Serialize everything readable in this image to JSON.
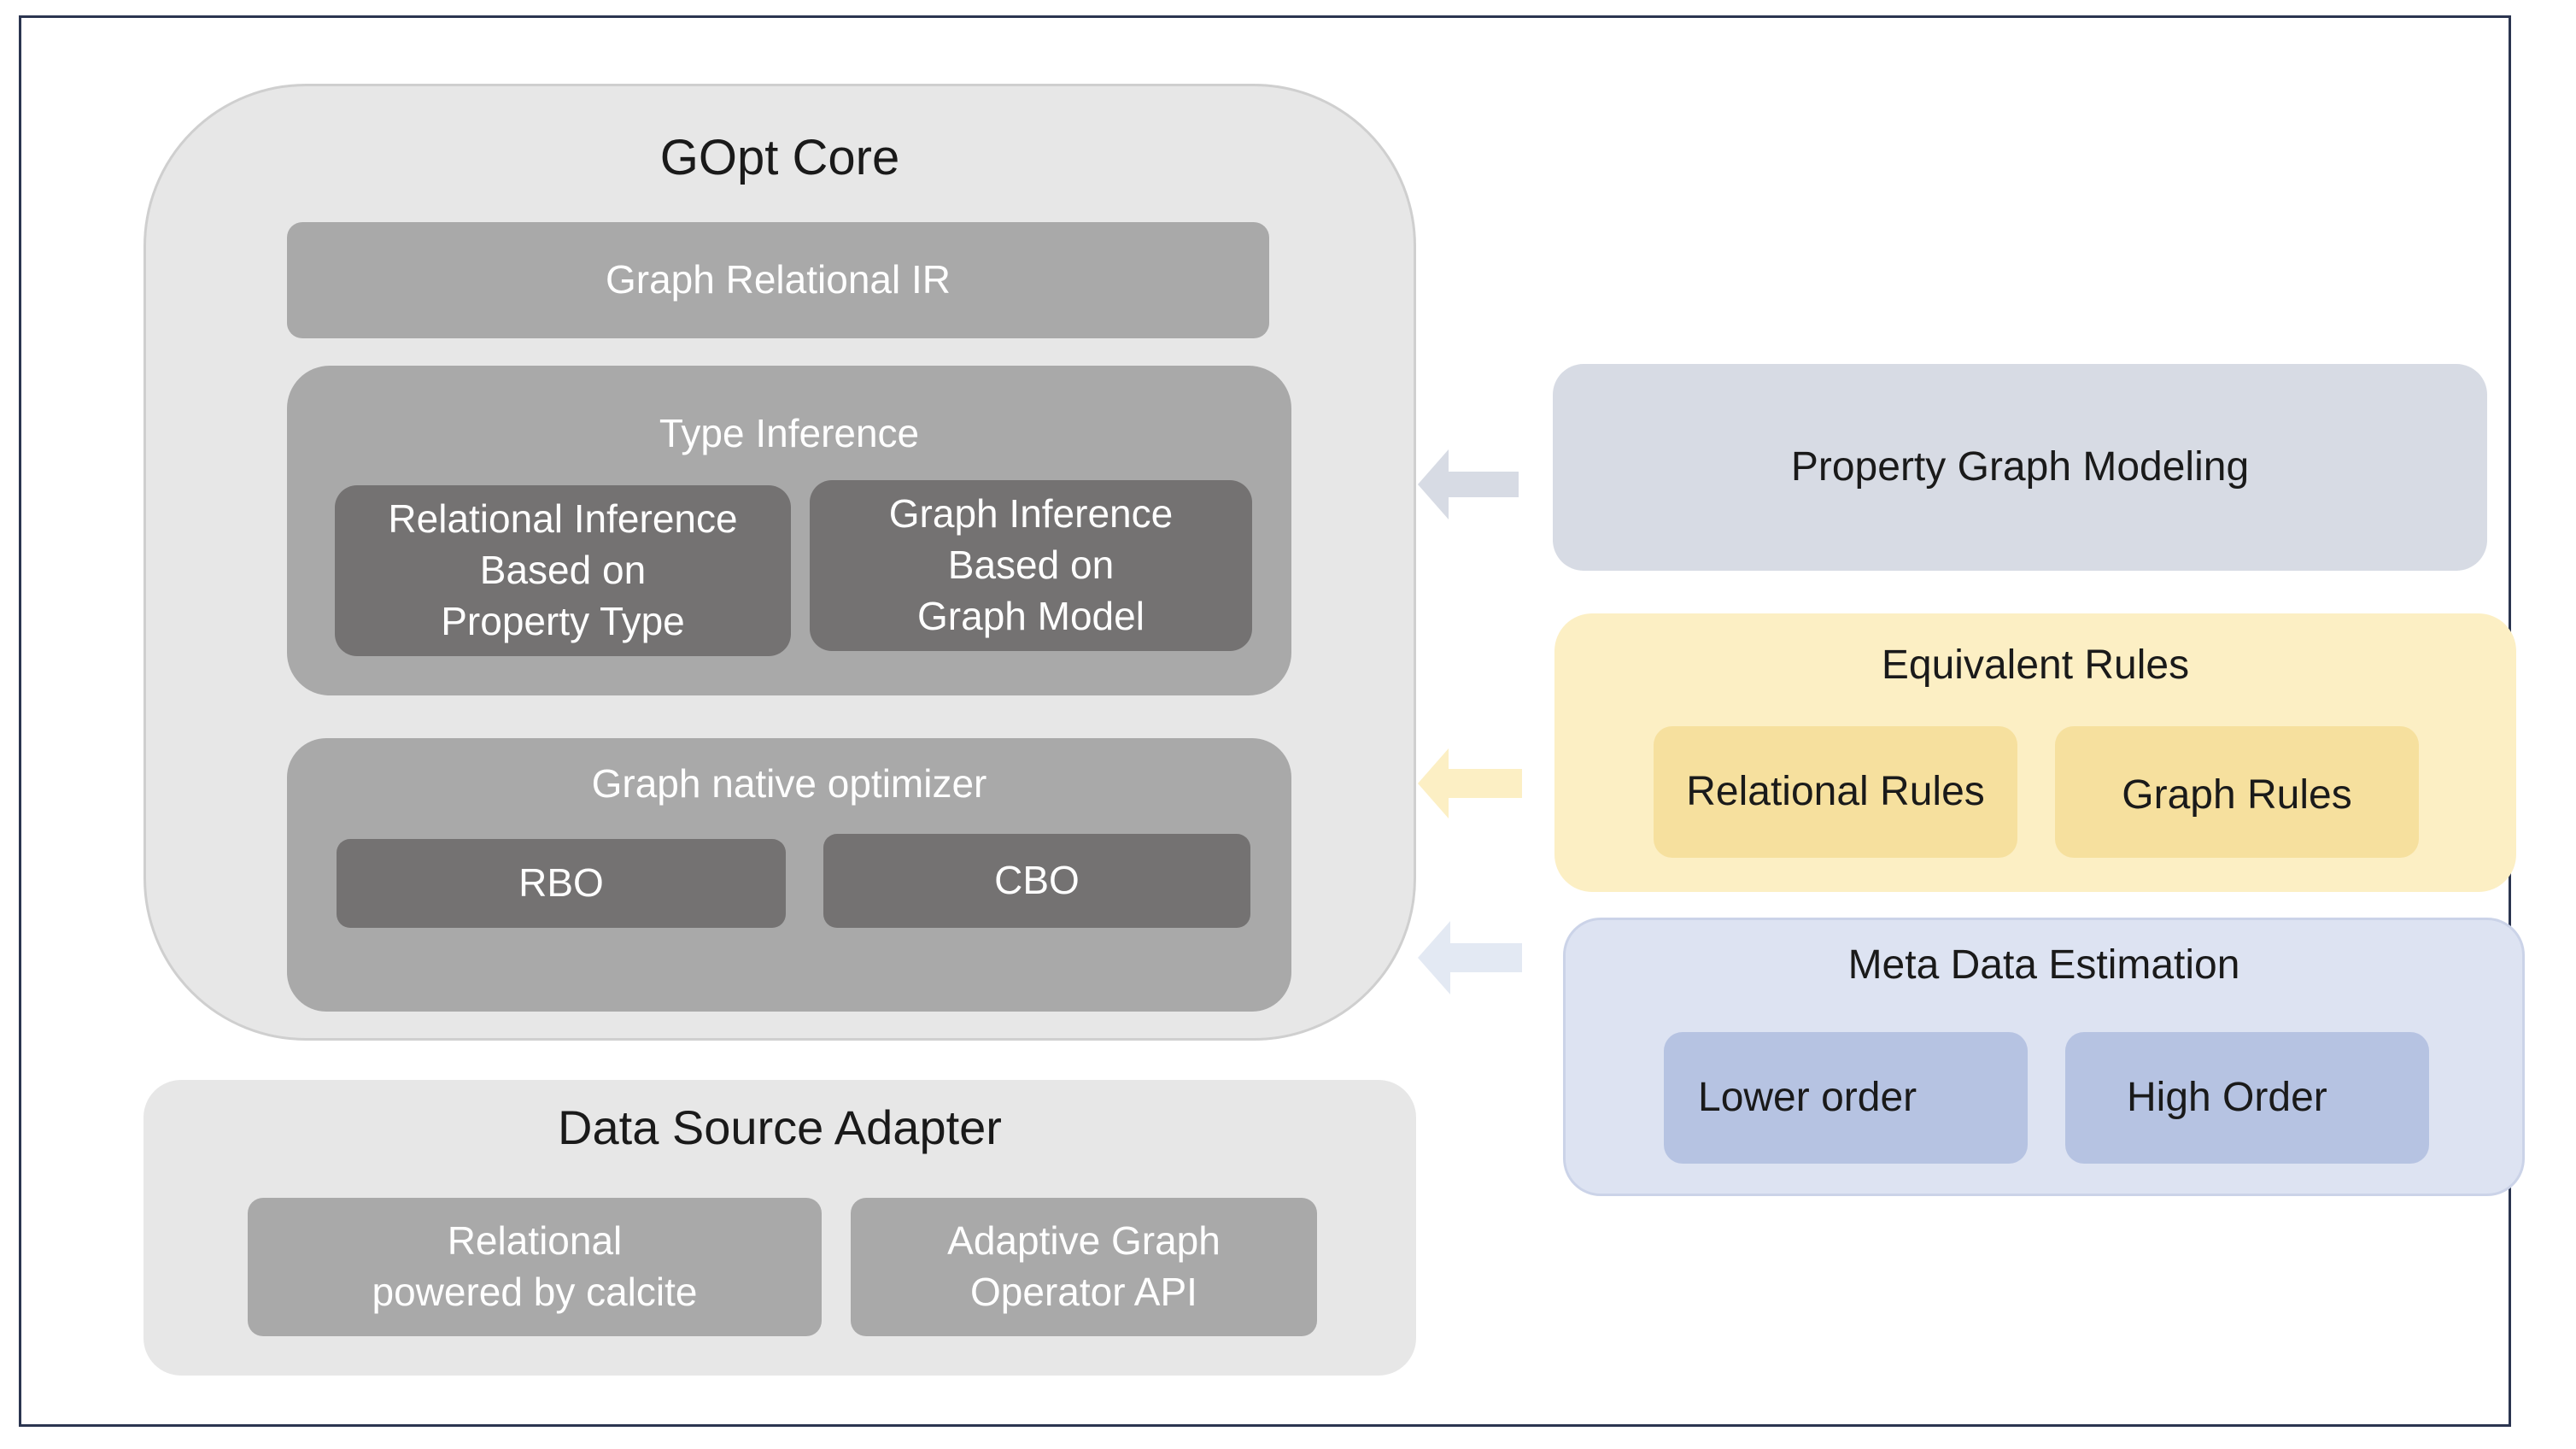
{
  "gopt_core": {
    "title": "GOpt Core",
    "graph_relational_ir": "Graph Relational IR",
    "type_inference": {
      "title": "Type Inference",
      "relational_inference": [
        "Relational Inference",
        "Based on",
        "Property Type"
      ],
      "graph_inference": [
        "Graph Inference",
        "Based on",
        "Graph Model"
      ]
    },
    "graph_native_optimizer": {
      "title": "Graph native optimizer",
      "rbo": "RBO",
      "cbo": "CBO"
    }
  },
  "data_source_adapter": {
    "title": "Data Source Adapter",
    "relational": [
      "Relational",
      "powered by calcite"
    ],
    "adaptive_graph": [
      "Adaptive Graph",
      "Operator API"
    ]
  },
  "property_graph_modeling": "Property Graph Modeling",
  "equivalent_rules": {
    "title": "Equivalent Rules",
    "relational_rules": "Relational Rules",
    "graph_rules": "Graph Rules"
  },
  "meta_data_estimation": {
    "title": "Meta Data Estimation",
    "lower_order": "Lower order",
    "high_order": "High Order"
  },
  "colors": {
    "frame": "#2b3550",
    "core_bg": "#e7e7e7",
    "mid_gray": "#a9a9a9",
    "dark_gray": "#747272",
    "modeling_bg": "#d7dbe4",
    "rules_bg": "#fcefc4",
    "rules_inner": "#f6e09e",
    "meta_bg": "#dde3f2",
    "meta_inner": "#b6c3e2"
  }
}
